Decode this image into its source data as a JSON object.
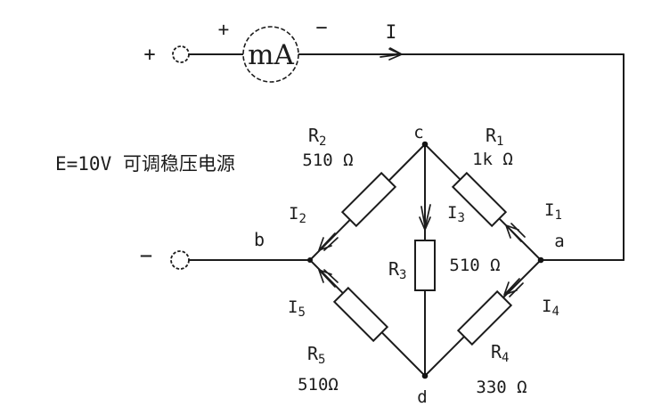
{
  "source": {
    "label": "E=10V 可调稳压电源",
    "positive": "+",
    "negative": "−"
  },
  "meter": {
    "label": "mA",
    "plus": "+",
    "minus": "−"
  },
  "main_current": "I",
  "nodes": {
    "a": "a",
    "b": "b",
    "c": "c",
    "d": "d"
  },
  "currents": {
    "i1": {
      "base": "I",
      "sub": "1"
    },
    "i2": {
      "base": "I",
      "sub": "2"
    },
    "i3": {
      "base": "I",
      "sub": "3"
    },
    "i4": {
      "base": "I",
      "sub": "4"
    },
    "i5": {
      "base": "I",
      "sub": "5"
    }
  },
  "resistors": {
    "r1": {
      "base": "R",
      "sub": "1",
      "value": "1k Ω"
    },
    "r2": {
      "base": "R",
      "sub": "2",
      "value": "510 Ω"
    },
    "r3": {
      "base": "R",
      "sub": "3",
      "value": "510 Ω"
    },
    "r4": {
      "base": "R",
      "sub": "4",
      "value": "330 Ω"
    },
    "r5": {
      "base": "R",
      "sub": "5",
      "value": "510Ω"
    }
  },
  "colors": {
    "line": "#1c1c1c",
    "background": "#ffffff"
  }
}
